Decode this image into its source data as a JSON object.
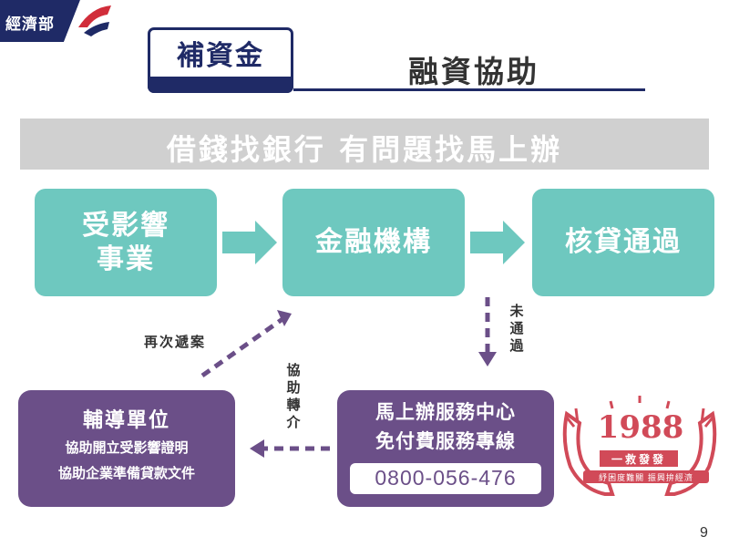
{
  "header": {
    "logo_text": "經濟部",
    "tag": "補資金",
    "title": "融資協助"
  },
  "banner": "借錢找銀行 有問題找馬上辦",
  "flow": {
    "step1_lines": [
      "受影響",
      "事業"
    ],
    "step2": "金融機構",
    "step3": "核貸通過",
    "not_passed": "未通過",
    "resubmit": "再次遞案",
    "referral": "協助轉介"
  },
  "service_center": {
    "line1": "馬上辦服務中心",
    "line2": "免付費服務專線",
    "phone": "0800-056-476"
  },
  "guidance_unit": {
    "title": "輔導單位",
    "line1": "協助開立受影響證明",
    "line2": "協助企業準備貸款文件"
  },
  "stamp": {
    "number": "1988",
    "band": "一救發發",
    "footer": "紓困度難關 振興拚經濟"
  },
  "page_number": "9",
  "colors": {
    "navy": "#1f2a66",
    "teal": "#6ec8bf",
    "purple": "#6b4f88",
    "arrow_purple": "#6b4f88",
    "banner_gray": "#d0d0d0",
    "stamp_red": "#d14a58"
  }
}
